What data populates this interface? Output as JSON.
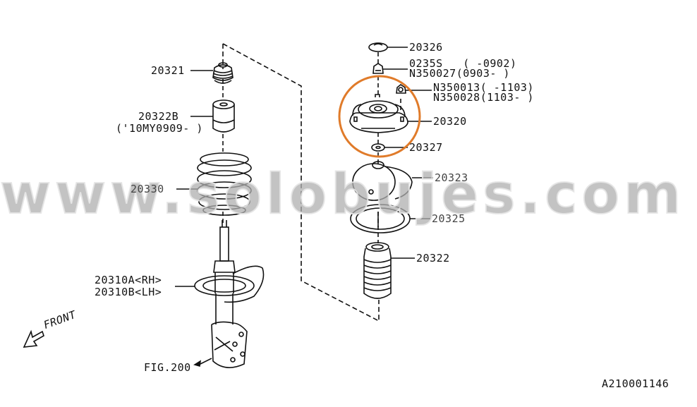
{
  "diagram": {
    "id_code": "A210001146",
    "front_label": "FRONT",
    "highlight_color": "#e07b2a",
    "line_color": "#111111",
    "watermark": "www.solobujes.com",
    "left_assembly": {
      "parts": [
        {
          "number": "20321",
          "lines": [
            "20321"
          ]
        },
        {
          "number": "20322B",
          "lines": [
            "20322B",
            "('10MY0909- )"
          ]
        },
        {
          "number": "20330",
          "lines": [
            "20330"
          ]
        },
        {
          "number": "20310A/20310B",
          "lines": [
            "20310A<RH>",
            "20310B<LH>"
          ]
        },
        {
          "number": "FIG.200",
          "lines": [
            "FIG.200"
          ]
        }
      ]
    },
    "right_assembly": {
      "parts": [
        {
          "number": "20326",
          "lines": [
            "20326"
          ]
        },
        {
          "number": "0235S/N350027",
          "lines": [
            "0235S   ( -0902)",
            "N350027(0903- )"
          ]
        },
        {
          "number": "N350013/N350028",
          "lines": [
            "N350013( -1103)",
            "N350028(1103- )"
          ]
        },
        {
          "number": "20320",
          "lines": [
            "20320"
          ],
          "highlighted": true
        },
        {
          "number": "20327",
          "lines": [
            "20327"
          ]
        },
        {
          "number": "20323",
          "lines": [
            "20323"
          ]
        },
        {
          "number": "20325",
          "lines": [
            "20325"
          ]
        },
        {
          "number": "20322",
          "lines": [
            "20322"
          ]
        }
      ]
    }
  }
}
